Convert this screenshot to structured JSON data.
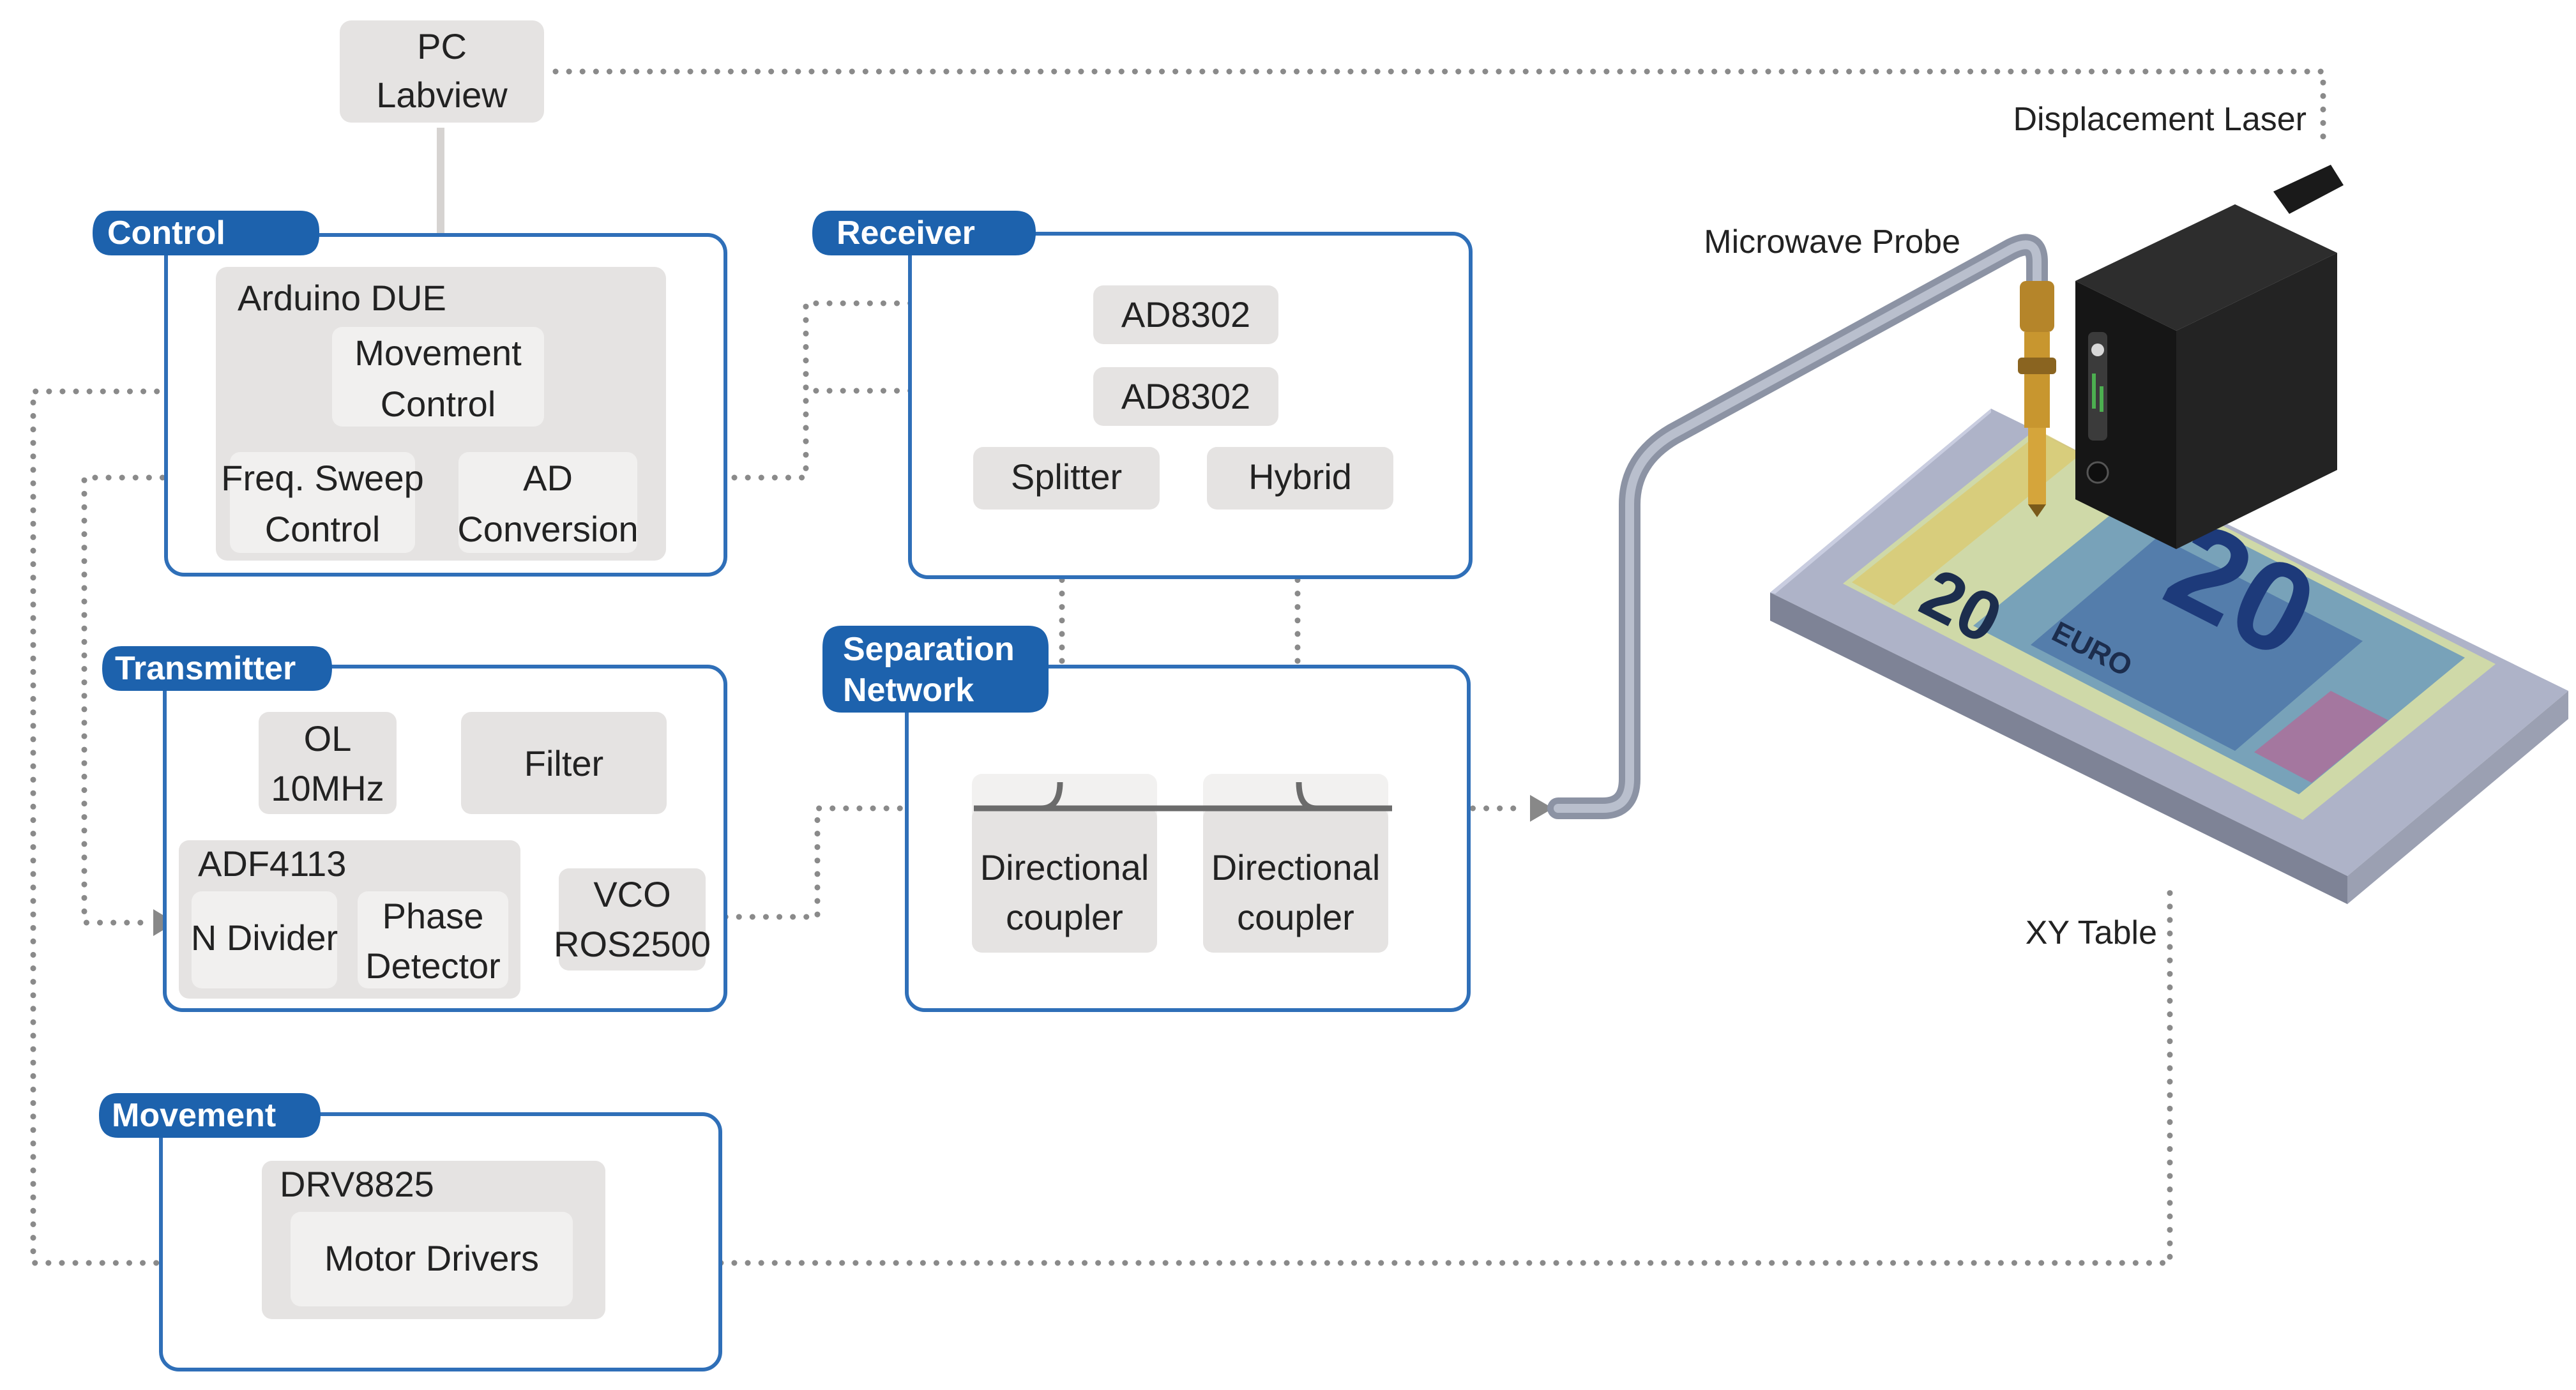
{
  "sections": {
    "control": "Control",
    "receiver": "Receiver",
    "transmitter": "Transmitter",
    "separation_line1": "Separation",
    "separation_line2": "Network",
    "movement": "Movement"
  },
  "blocks": {
    "pc_line1": "PC",
    "pc_line2": "Labview",
    "arduino": "Arduino DUE",
    "movement_ctrl_line1": "Movement",
    "movement_ctrl_line2": "Control",
    "freq_sweep_line1": "Freq. Sweep",
    "freq_sweep_line2": "Control",
    "ad_conv_line1": "AD",
    "ad_conv_line2": "Conversion",
    "ad8302_a": "AD8302",
    "ad8302_b": "AD8302",
    "splitter": "Splitter",
    "hybrid": "Hybrid",
    "ol_line1": "OL",
    "ol_line2": "10MHz",
    "filter": "Filter",
    "adf4113": "ADF4113",
    "n_divider": "N Divider",
    "phase_det_line1": "Phase",
    "phase_det_line2": "Detector",
    "vco_line1": "VCO",
    "vco_line2": "ROS2500",
    "dir_coupler1_line1": "Directional",
    "dir_coupler1_line2": "coupler",
    "dir_coupler2_line1": "Directional",
    "dir_coupler2_line2": "coupler",
    "drv8825": "DRV8825",
    "motor_drivers": "Motor Drivers"
  },
  "hardware_labels": {
    "displacement_laser": "Displacement Laser",
    "microwave_probe": "Microwave Probe",
    "xy_table": "XY Table"
  },
  "banknote": {
    "denomination": "20",
    "currency": "EURO"
  },
  "colors": {
    "section_blue": "#1d62ad",
    "frame_blue": "#2f6fb8",
    "block_grey": "#e5e3e2",
    "connector_grey": "#8a8a8a"
  }
}
